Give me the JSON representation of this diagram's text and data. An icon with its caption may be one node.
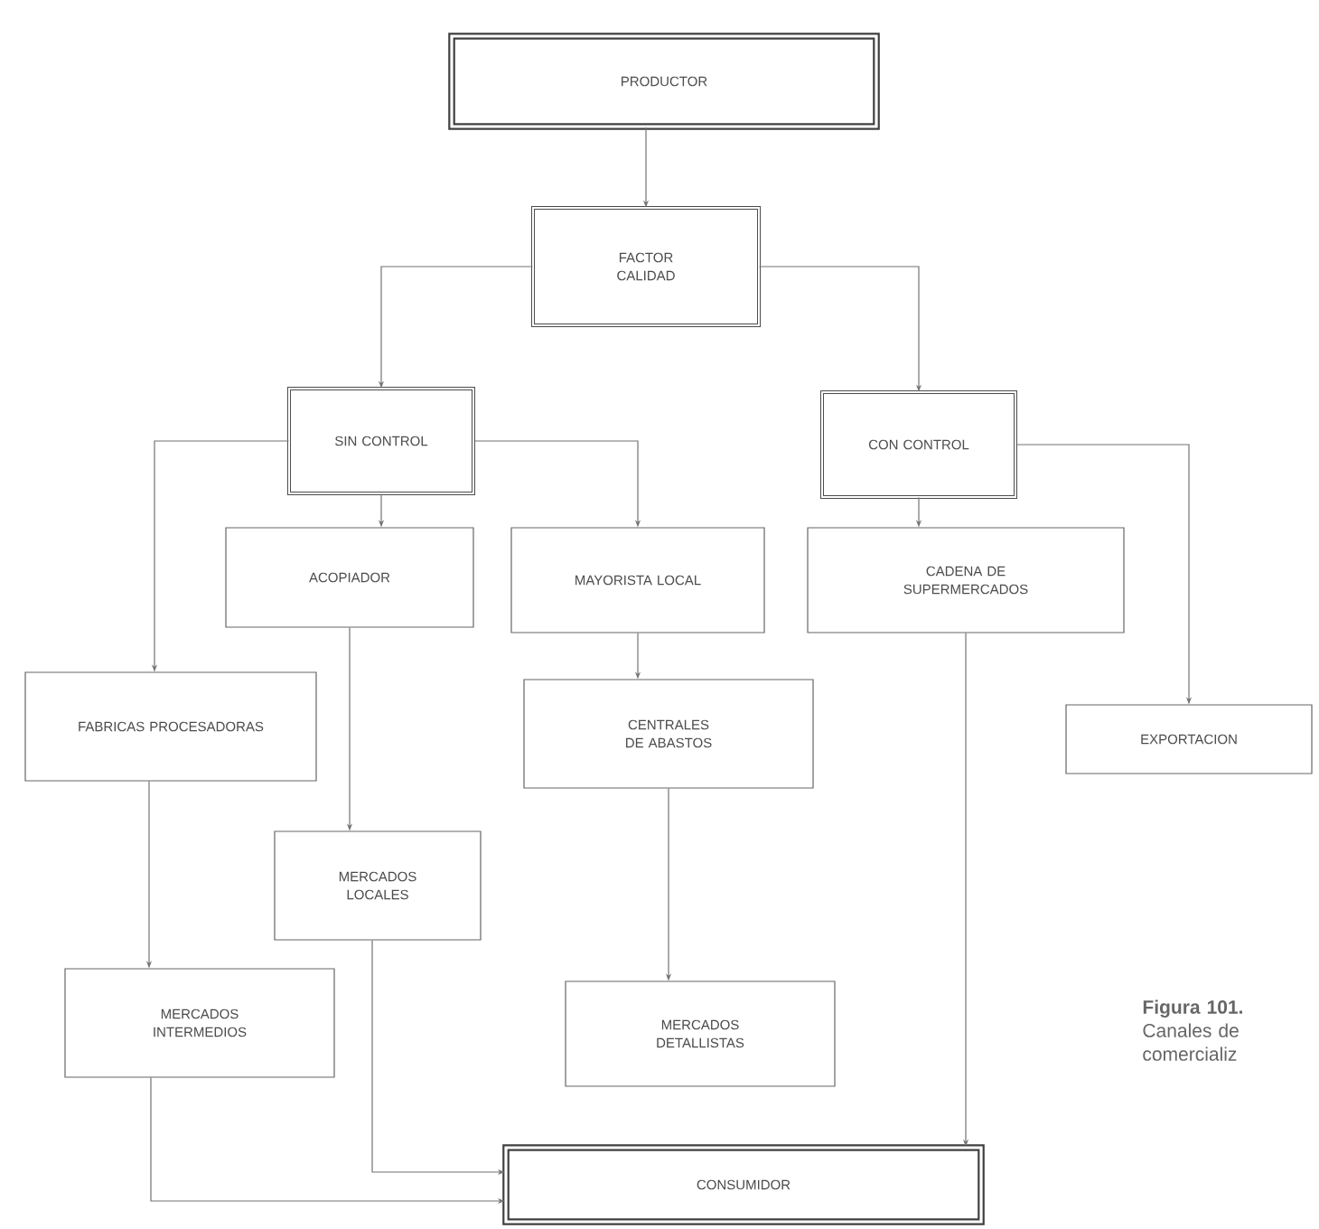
{
  "diagram": {
    "caption": "**Figura 101.** Canales de comercializ",
    "nodes": [
      {
        "text": [
          "PRODUCTOR"
        ]
      },
      {
        "text": [
          "FACTOR CALIDAD"
        ]
      },
      {
        "text": [
          "SIN CONTROL"
        ]
      },
      {
        "text": [
          "CON CONTROL"
        ]
      },
      {
        "text": [
          "ACOPIADOR"
        ]
      },
      {
        "text": [
          "MAYORISTA LOCAL"
        ]
      },
      {
        "text": [
          "CADENA DE SUPERMERCADOS"
        ]
      },
      {
        "text": [
          "FABRICAS PROCESADORAS"
        ]
      },
      {
        "text": [
          "CENTRALES DE ABASTOS"
        ]
      },
      {
        "text": [
          "EXPORTACION"
        ]
      },
      {
        "text": [
          "MERCADOS LOCALES"
        ]
      },
      {
        "text": [
          "MERCADOS INTERMEDIOS"
        ]
      },
      {
        "text": [
          "MERCADOS DETALLISTAS"
        ]
      },
      {
        "text": [
          "CONSUMIDOR"
        ]
      }
    ],
    "edges": [
      {
        "from": 0,
        "to": 1,
        "arrow": "to"
      },
      {
        "from": 1,
        "to": 2,
        "arrow": "to"
      },
      {
        "from": 1,
        "to": 3,
        "arrow": "to"
      },
      {
        "from": 2,
        "to": 7,
        "arrow": "to"
      },
      {
        "from": 2,
        "to": 4,
        "arrow": "to"
      },
      {
        "from": 2,
        "to": 5,
        "arrow": "to"
      },
      {
        "from": 3,
        "to": 6,
        "arrow": "to"
      },
      {
        "from": 3,
        "to": 9,
        "arrow": "to"
      },
      {
        "from": 7,
        "to": 11,
        "arrow": "to"
      },
      {
        "from": 4,
        "to": 10,
        "arrow": "to"
      },
      {
        "from": 5,
        "to": 8,
        "arrow": "to"
      },
      {
        "from": 8,
        "to": 12,
        "arrow": "to"
      },
      {
        "from": 6,
        "to": 13,
        "arrow": "to"
      },
      {
        "from": 10,
        "to": 13,
        "arrow": "to"
      },
      {
        "from": 11,
        "to": 13,
        "arrow": "to"
      }
    ]
  }
}
